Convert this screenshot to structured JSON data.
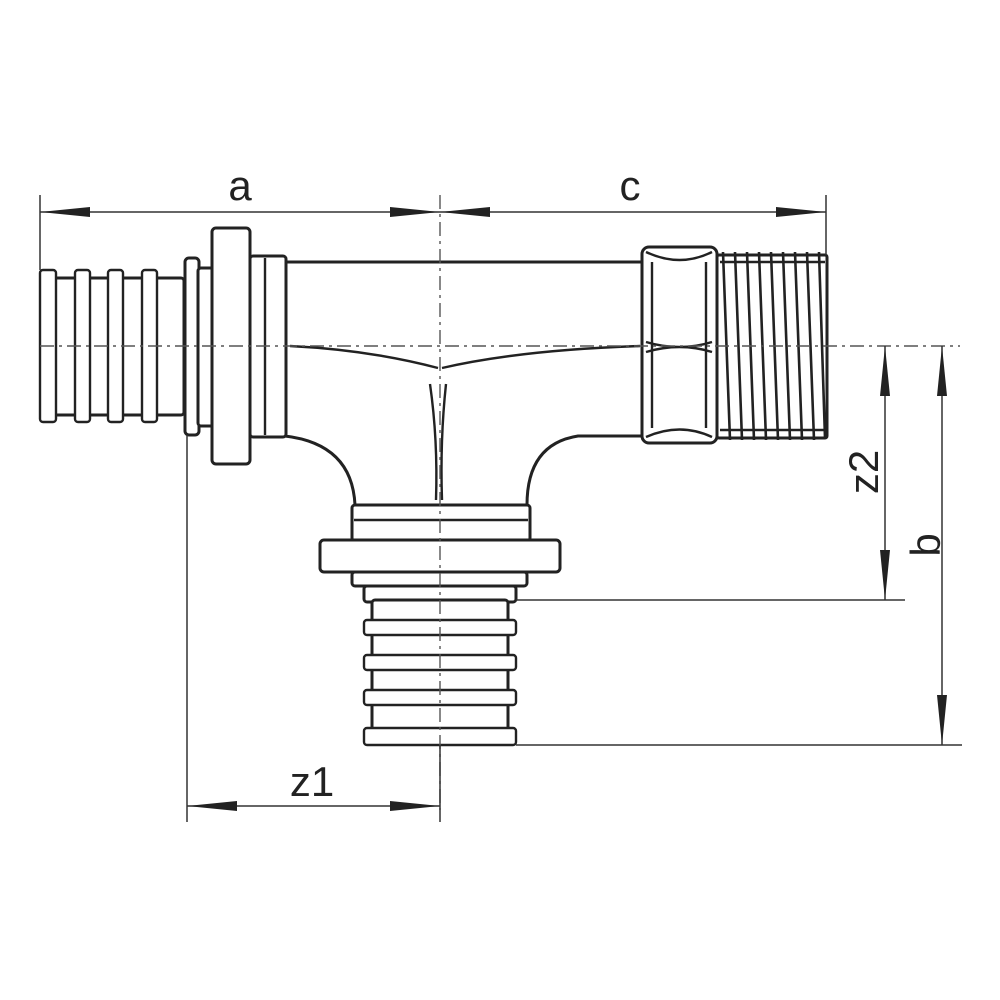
{
  "dimensions": {
    "a": "a",
    "c": "c",
    "b": "b",
    "z1": "z1",
    "z2": "z2"
  }
}
